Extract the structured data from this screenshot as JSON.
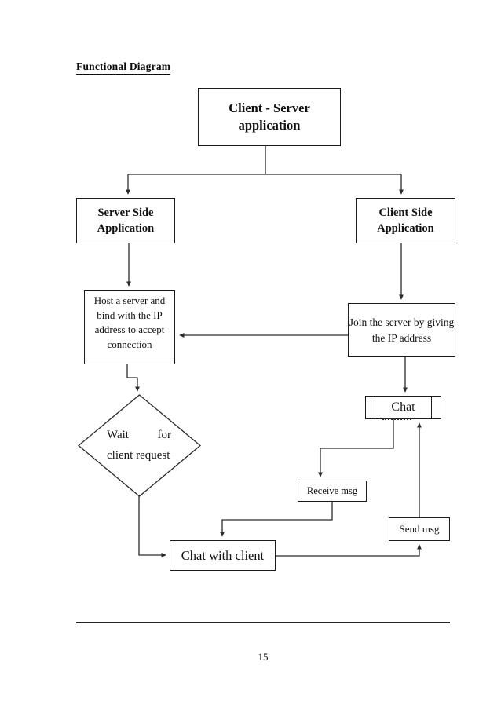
{
  "page": {
    "title": "Functional Diagram",
    "page_number": "15"
  },
  "diagram": {
    "nodes": {
      "client_server": {
        "label": "Client - Server application",
        "shape": "process"
      },
      "server_side": {
        "label": "Server Side Application",
        "shape": "process"
      },
      "client_side": {
        "label": "Client Side Application",
        "shape": "process"
      },
      "host_server": {
        "label": "Host a server and bind with the IP address to accept connection",
        "shape": "process"
      },
      "join_server": {
        "label": "Join the server by giving the IP address",
        "shape": "process"
      },
      "chat": {
        "label": "Chat",
        "shape": "predefined-process"
      },
      "wait_client": {
        "label": "Wait for client request",
        "shape": "decision"
      },
      "receive_msg": {
        "label": "Receive msg",
        "shape": "process"
      },
      "send_msg": {
        "label": "Send msg",
        "shape": "process"
      },
      "chat_with_client": {
        "label": "Chat with client",
        "shape": "process"
      }
    },
    "edges": [
      "client_server -> server_side",
      "client_server -> client_side",
      "server_side -> host_server",
      "client_side -> join_server",
      "join_server -> host_server",
      "host_server -> wait_client",
      "join_server -> chat",
      "chat -> receive_msg",
      "send_msg -> chat",
      "receive_msg -> chat_with_client",
      "wait_client -> chat_with_client",
      "chat_with_client -> send_msg"
    ],
    "colors": {
      "line": "#2b2b2b",
      "box_border": "#1c1c1c",
      "background": "#ffffff",
      "text": "#111111"
    }
  }
}
